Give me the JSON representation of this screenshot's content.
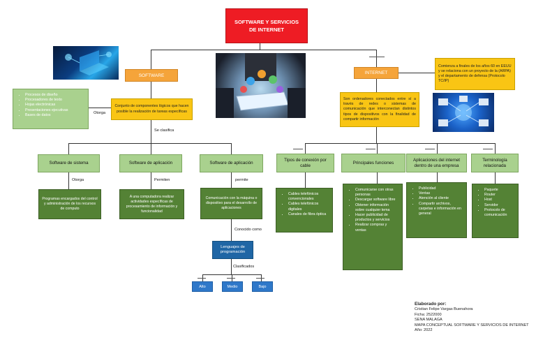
{
  "title": "SOFTWARE Y SERVICIOS DE INTERNET",
  "software": {
    "label": "SOFTWARE",
    "definition": "Conjunto de componentes lógicos que hacen posible la realización de tareas específicas",
    "otorga_label": "Otorga",
    "examples": [
      "Procesos de diseño",
      "Procesadores de texto",
      "Hojas electrónicas",
      "Presentaciones ejecutivas",
      "Bases de datos"
    ],
    "se_clasifica_label": "Se clasifica",
    "types": [
      {
        "name": "Software de sistema",
        "link": "Otorga",
        "desc": "Programas encargados del control y administración de los recursos de computo"
      },
      {
        "name": "Software de aplicación",
        "link": "Permiten",
        "desc": "A una computadora realizar actividades específicas de procesamiento de información y funcionalidad"
      },
      {
        "name": "Software de aplicación",
        "link": "permite",
        "desc": "Comunicación con la máquina o dispositivo para el desarrollo de aplicaciones"
      }
    ],
    "conocido_como_label": "Conocido como",
    "lenguajes": "Lenguajes de programación",
    "clasificados_label": "Clasificados",
    "levels": [
      "Alto",
      "Medio",
      "Bajo"
    ]
  },
  "internet": {
    "label": "INTERNET",
    "history": "Comienza a finales de los años 60 en EEUU y se relaciona con un proyecto de la (ARPA) y el departamento de defensa (Protocolo TC/IP)",
    "definition": "Son ordenadores conectados entre sí a través de redes o sistemas de comunicación que interconectan distintos tipos de dispositivos con la finalidad de compartir información",
    "branches": [
      {
        "name": "Tipos de conexión por cable",
        "items": [
          "Cables telefónicos convencionales",
          "Cables telefónicos digitales",
          "Canales de fibra óptica"
        ]
      },
      {
        "name": "Principales funciones",
        "items": [
          "Comunicarse con otras personas",
          "Descargar software libre",
          "Obtener información sobre cualquier tema",
          "Hacer publicidad de productos y servicios",
          "Realizar compras y ventas"
        ]
      },
      {
        "name": "Aplicaciones del internet dentro de una empresa",
        "items": [
          "Publicidad",
          "Ventas",
          "Atención al cliente",
          "Compartir archivos, carpetas e información en general"
        ]
      },
      {
        "name": "Terminología relacionada",
        "items": [
          "Paquete",
          "Router",
          "Host",
          "Servidor",
          "Protocolo de comunicación"
        ]
      }
    ]
  },
  "credits": {
    "heading": "Elaborado por:",
    "lines": [
      "Cristian Felipe Vargas Buenahora",
      "Ficha: 2522000",
      "SENA MALAGA",
      "MAPA CONCEPTUAL SOFTWARE Y SERVICIOS DE INTERNET",
      "Año: 2022"
    ]
  },
  "colors": {
    "title": "#ee1c24",
    "orange": "#f5a43a",
    "yellow": "#f9c514",
    "blue": "#1f66a5",
    "light_green": "#a9d18e",
    "dark_green": "#548235"
  }
}
